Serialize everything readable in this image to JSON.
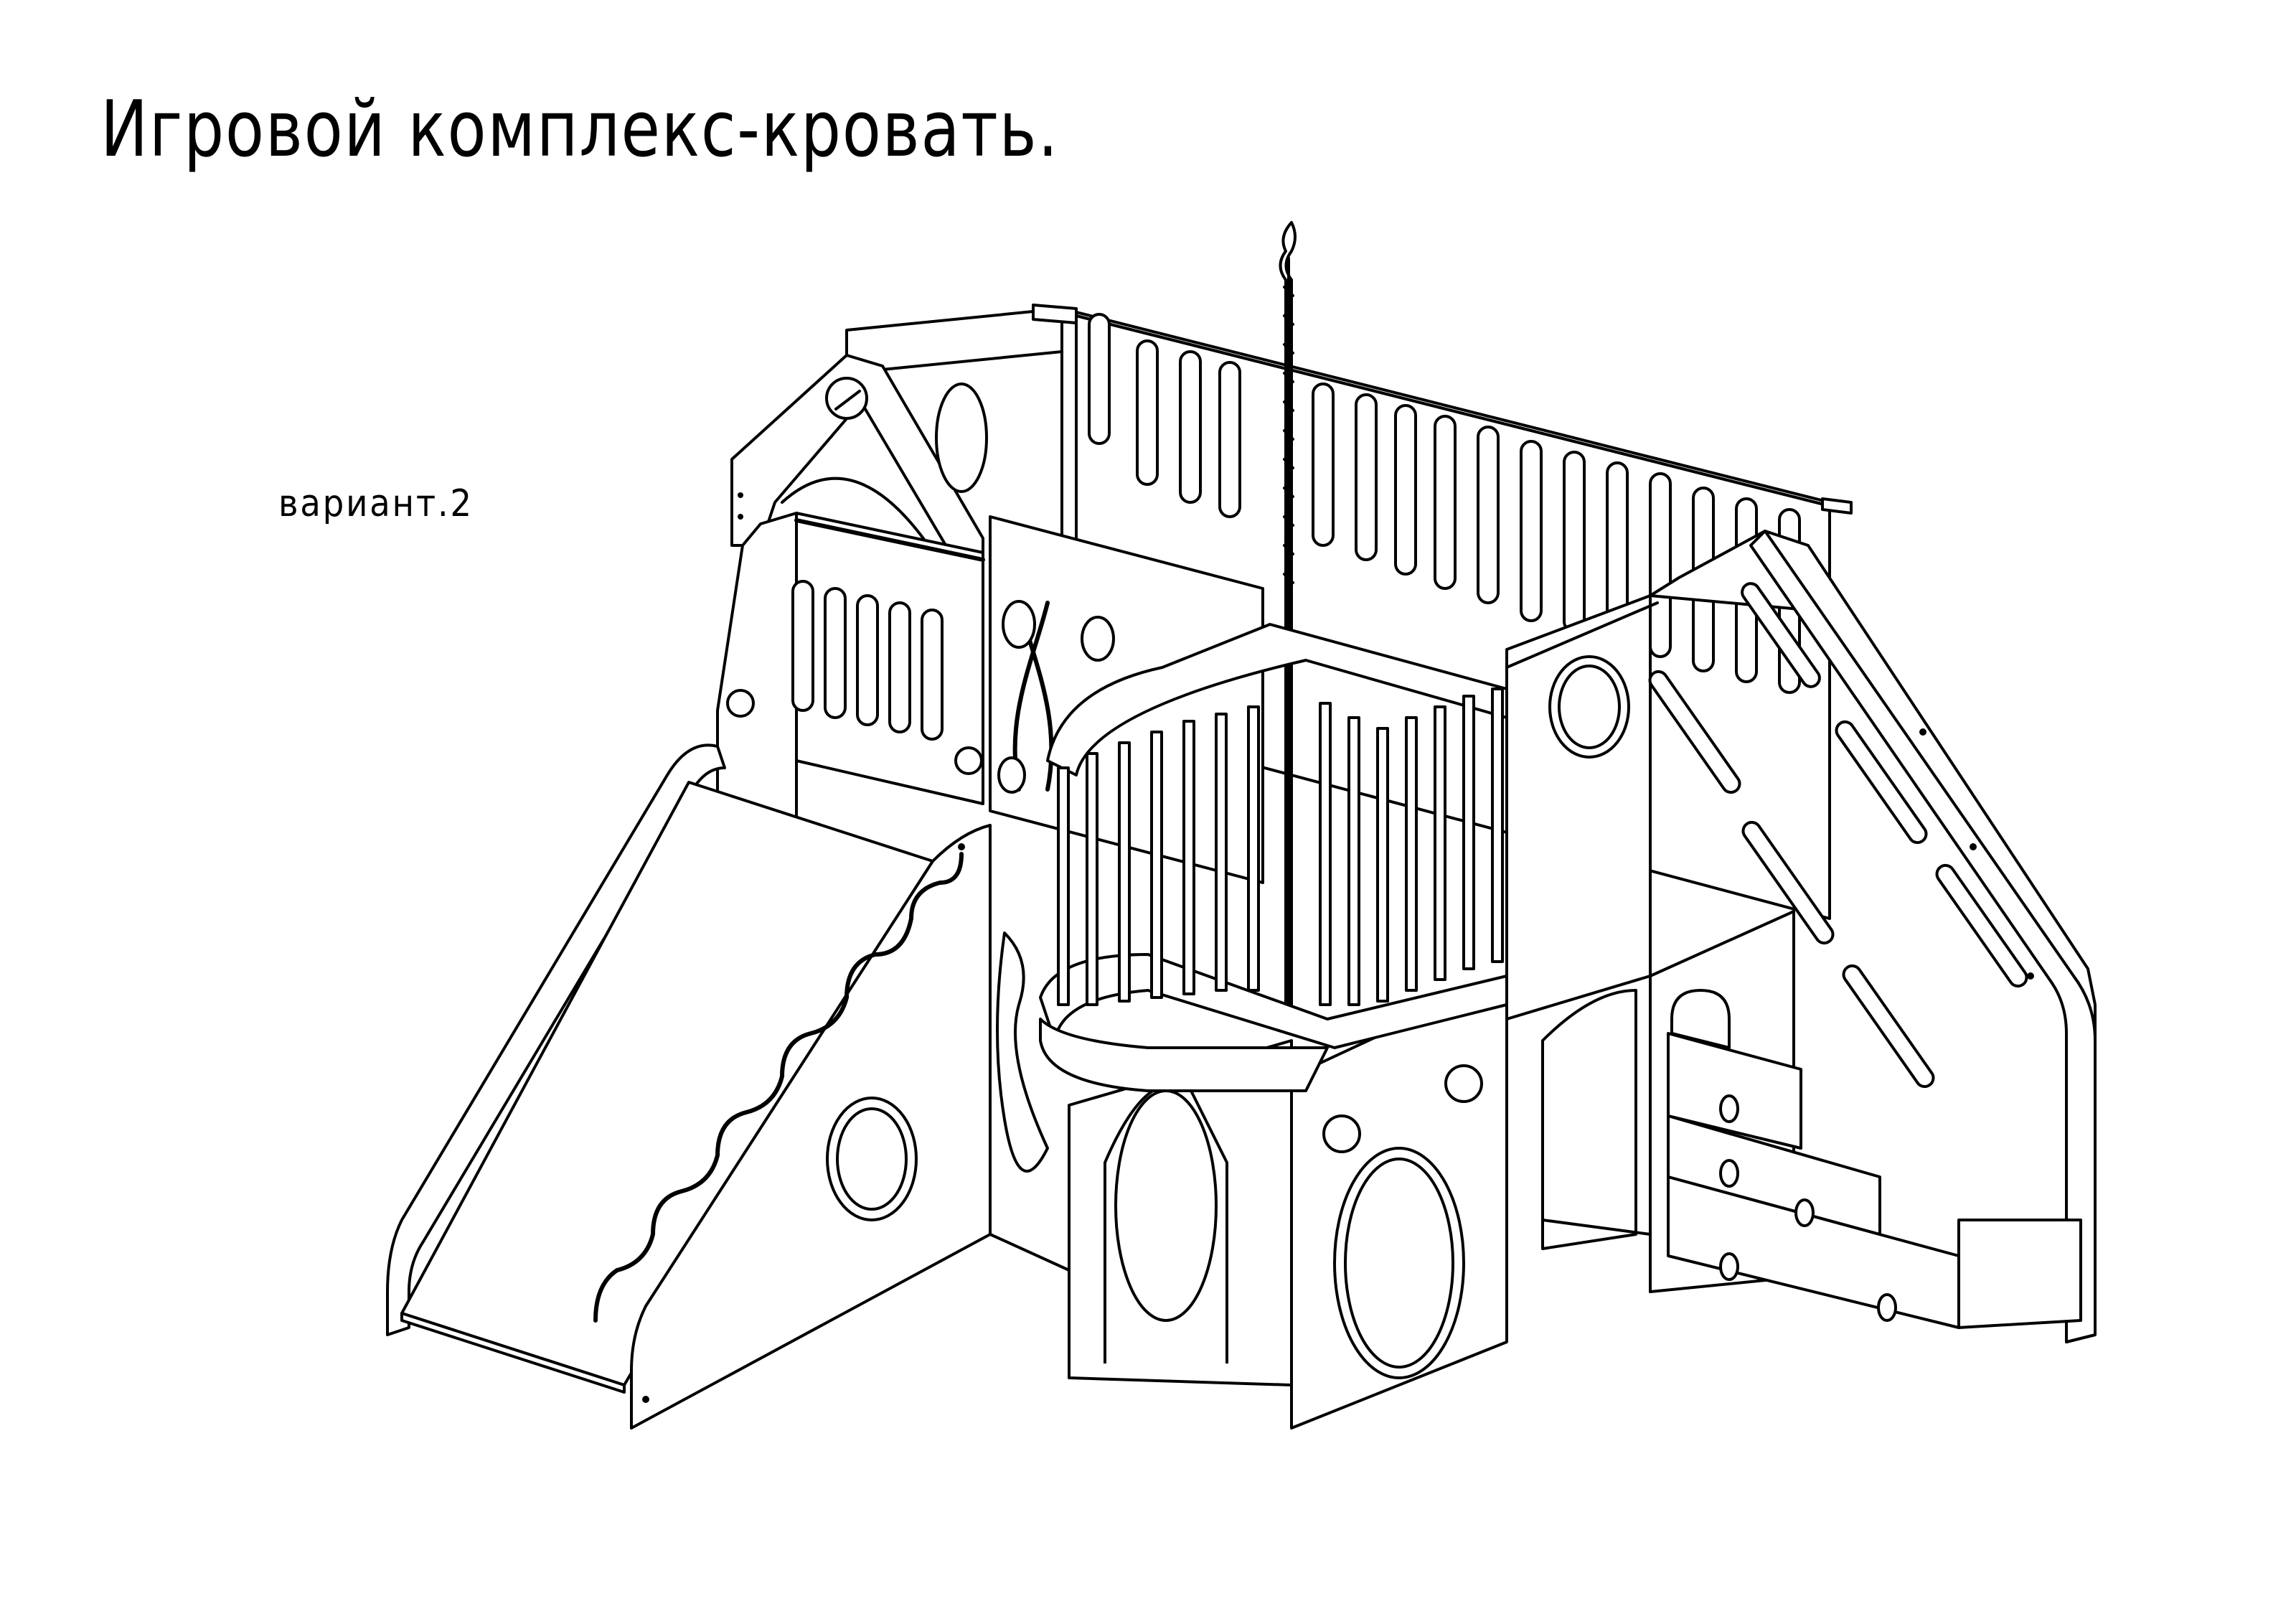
{
  "document": {
    "title": "Игровой комплекс-кровать.",
    "variant_label": "вариант.2"
  },
  "drawing": {
    "subject": "children's play complex bed, isometric line drawing",
    "style": "black line art on white",
    "line_color": "#000000",
    "background_color": "#ffffff",
    "components": [
      {
        "name": "slide",
        "position": "left"
      },
      {
        "name": "wavy-side-panel-with-porthole",
        "position": "left-center"
      },
      {
        "name": "house-roof-gable-with-round-window",
        "position": "top-left"
      },
      {
        "name": "bed-enclosure-with-slotted-rails",
        "position": "top-center"
      },
      {
        "name": "climbing-rope",
        "position": "center"
      },
      {
        "name": "rounded-balcony-with-balusters",
        "position": "center"
      },
      {
        "name": "tunnel-arch-with-round-openings",
        "position": "bottom-center"
      },
      {
        "name": "ladder-side-panel-with-slots",
        "position": "right"
      },
      {
        "name": "storage-steps-with-finger-holes",
        "position": "bottom-right"
      }
    ]
  }
}
